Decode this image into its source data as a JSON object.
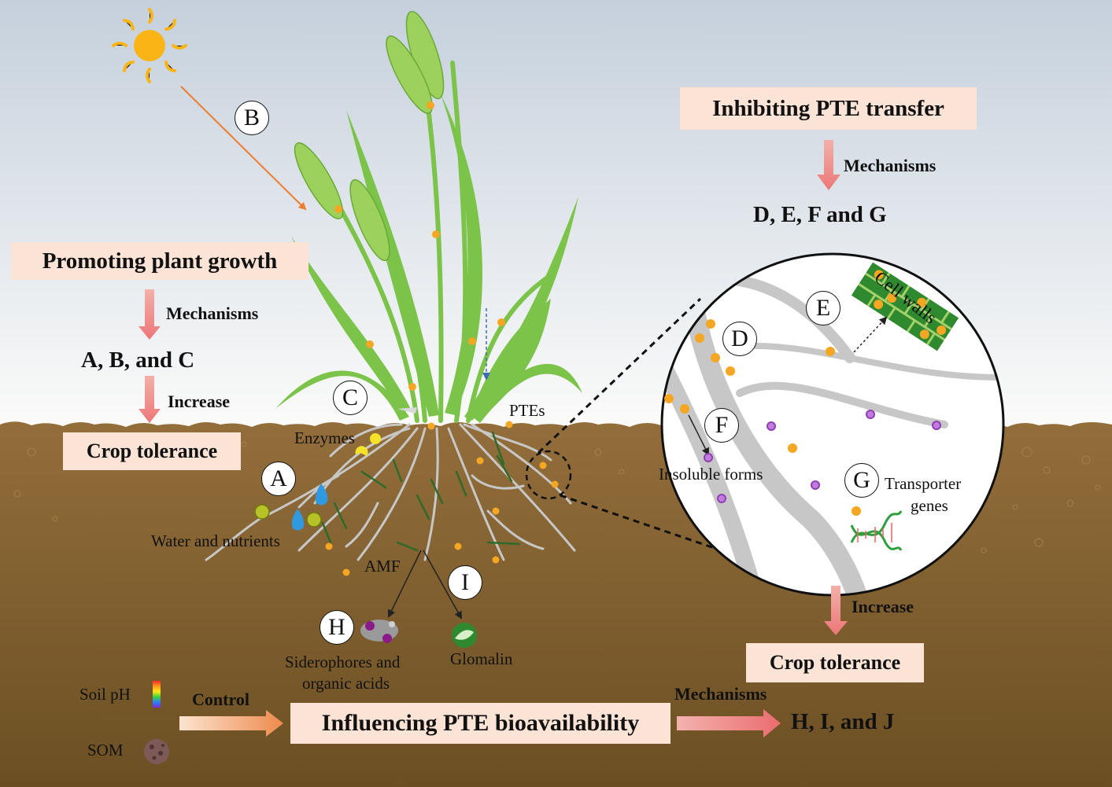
{
  "boxes": {
    "promoting": "Promoting plant growth",
    "crop_tolerance_left": "Crop tolerance",
    "inhibiting": "Inhibiting PTE transfer",
    "crop_tolerance_right": "Crop tolerance",
    "influencing": "Influencing PTE bioavailability"
  },
  "arrow_labels": {
    "left_mechanisms": "Mechanisms",
    "left_increase": "Increase",
    "right_mechanisms": "Mechanisms",
    "right_increase": "Increase",
    "bottom_control": "Control",
    "bottom_mechanisms": "Mechanisms"
  },
  "mechanism_groups": {
    "left": "A, B, and C",
    "right": "D, E, F and G",
    "bottom": "H, I, and J"
  },
  "circle_letters": {
    "a": "A",
    "b": "B",
    "c": "C",
    "d": "D",
    "e": "E",
    "f": "F",
    "g": "G",
    "h": "H",
    "i": "I"
  },
  "labels": {
    "enzymes": "Enzymes",
    "ptes": "PTEs",
    "water_nutrients": "Water and nutrients",
    "amf": "AMF",
    "siderophores_1": "Siderophores and",
    "siderophores_2": "organic acids",
    "glomalin": "Glomalin",
    "cell_walls": "Cell walls",
    "insoluble_forms": "Insoluble forms",
    "transporter_1": "Transporter",
    "transporter_2": "genes",
    "soil_ph": "Soil pH",
    "som": "SOM"
  },
  "colors": {
    "sky_top": "#c5d0dc",
    "sky_bottom": "#fbfbfa",
    "soil_top": "#936e3b",
    "soil_bottom": "#6b4f23",
    "box_fill": "#fbe3d6",
    "arrow_pink": "#f08080",
    "plant_green": "#7cc34a",
    "pte_dot": "#f5a623",
    "insoluble_dot": "#b05ad8"
  }
}
